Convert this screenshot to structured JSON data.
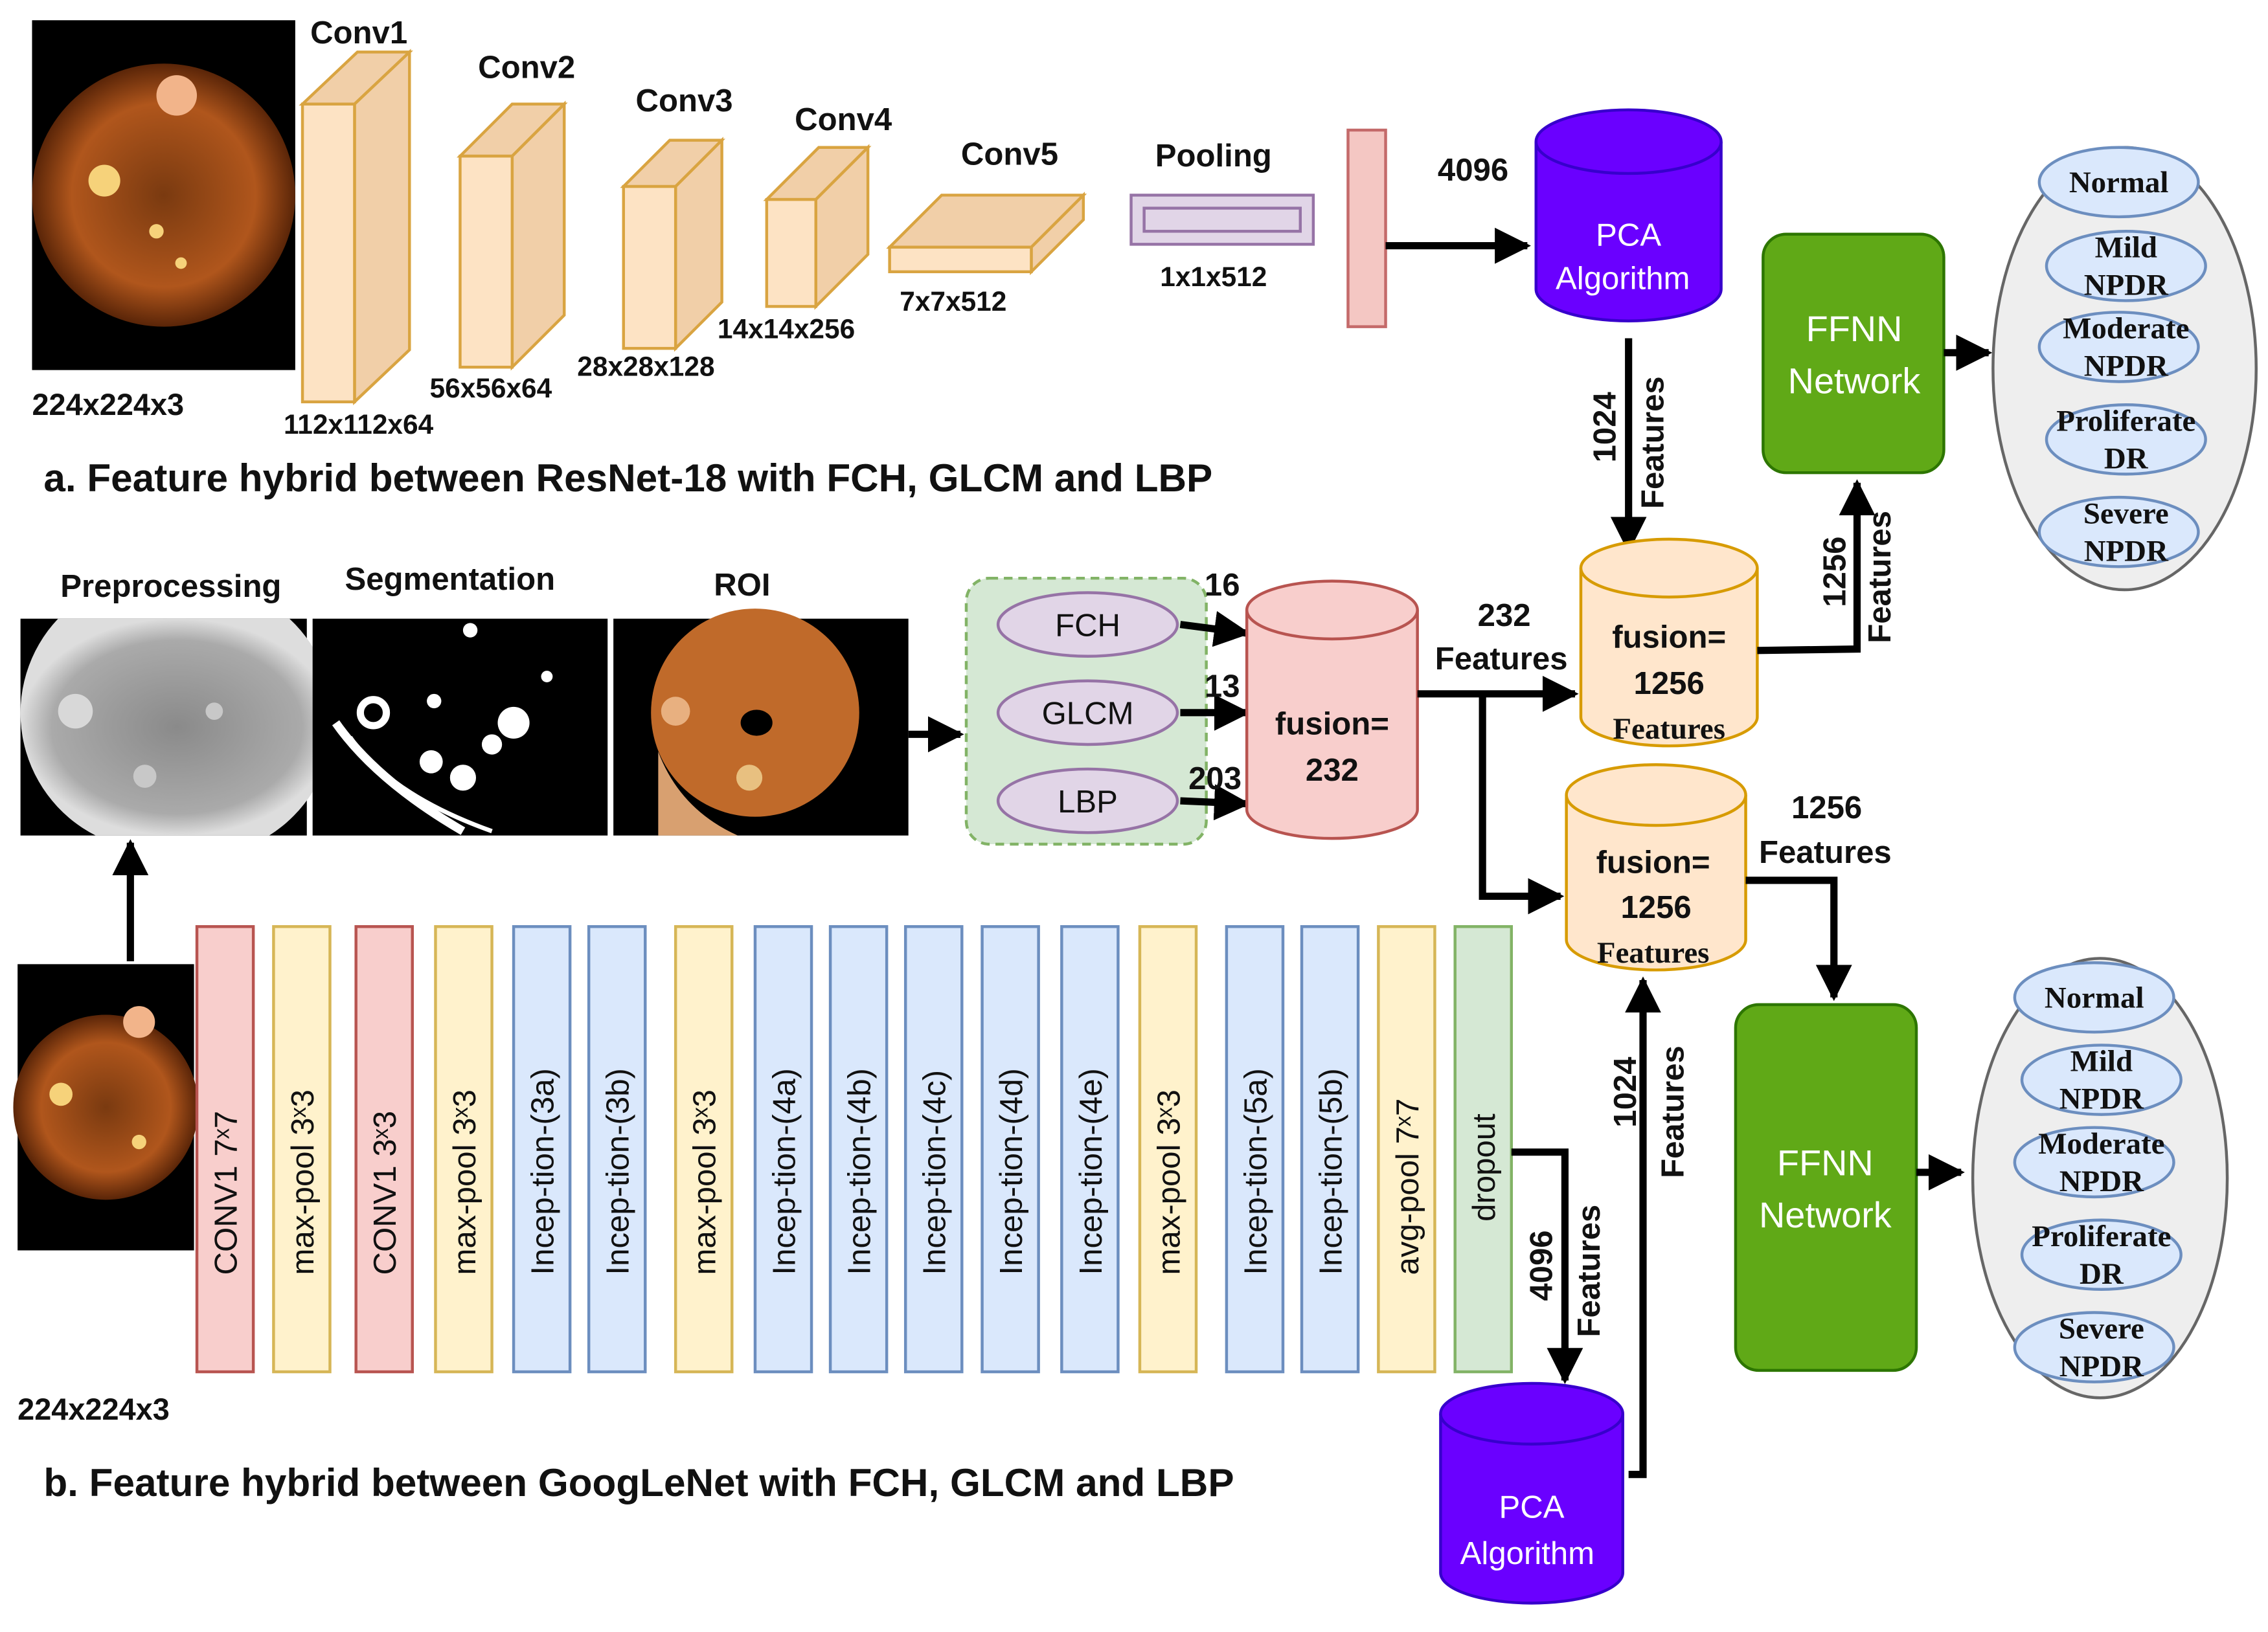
{
  "top": {
    "input_size": "224x224x3",
    "convs": [
      {
        "name": "Conv1",
        "size": "112x112x64"
      },
      {
        "name": "Conv2",
        "size": "56x56x64"
      },
      {
        "name": "Conv3",
        "size": "28x28x128"
      },
      {
        "name": "Conv4",
        "size": "14x14x256"
      },
      {
        "name": "Conv5",
        "size": "7x7x512"
      }
    ],
    "pooling": {
      "name": "Pooling",
      "size": "1x1x512"
    },
    "vector_count": "4096",
    "pca": [
      "PCA",
      "Algorithm"
    ],
    "reduced_count": "1024",
    "reduced_word": "Features",
    "fusion": [
      "fusion=",
      "1256",
      "Features"
    ],
    "ffnn_count": "1256",
    "ffnn_word": "Features",
    "ffnn": [
      "FFNN",
      "Network"
    ],
    "classes": [
      [
        "Normal"
      ],
      [
        "Mild",
        "NPDR"
      ],
      [
        "Moderate",
        "NPDR"
      ],
      [
        "Proliferate",
        "DR"
      ],
      [
        "Severe",
        "NPDR"
      ]
    ],
    "caption": "a. Feature hybrid between ResNet-18 with FCH, GLCM and LBP"
  },
  "middle": {
    "stages": [
      "Preprocessing",
      "Segmentation",
      "ROI"
    ],
    "descriptors": [
      {
        "name": "FCH",
        "count": "16"
      },
      {
        "name": "GLCM",
        "count": "13"
      },
      {
        "name": "LBP",
        "count": "203"
      }
    ],
    "fusion": [
      "fusion=",
      "232"
    ],
    "out_count": "232",
    "out_word": "Features"
  },
  "bottom": {
    "input_size": "224x224x3",
    "layers": [
      {
        "label": "CONV1 7ˣ7",
        "type": "conv"
      },
      {
        "label": "max-pool 3ˣ3",
        "type": "pool"
      },
      {
        "label": "CONV1 3ˣ3",
        "type": "conv"
      },
      {
        "label": "max-pool 3ˣ3",
        "type": "pool"
      },
      {
        "label": "Incep-tion-(3a)",
        "type": "incep"
      },
      {
        "label": "Incep-tion-(3b)",
        "type": "incep"
      },
      {
        "label": "max-pool 3ˣ3",
        "type": "pool"
      },
      {
        "label": "Incep-tion-(4a)",
        "type": "incep"
      },
      {
        "label": "Incep-tion-(4b)",
        "type": "incep"
      },
      {
        "label": "Incep-tion-(4c)",
        "type": "incep"
      },
      {
        "label": "Incep-tion-(4d)",
        "type": "incep"
      },
      {
        "label": "Incep-tion-(4e)",
        "type": "incep"
      },
      {
        "label": "max-pool 3ˣ3",
        "type": "pool"
      },
      {
        "label": "Incep-tion-(5a)",
        "type": "incep"
      },
      {
        "label": "Incep-tion-(5b)",
        "type": "incep"
      },
      {
        "label": "avg-pool 7ˣ7",
        "type": "pool"
      },
      {
        "label": "dropout",
        "type": "drop"
      }
    ],
    "dropout_count": "4096",
    "dropout_word": "Features",
    "pca": [
      "PCA",
      "Algorithm"
    ],
    "reduced_count": "1024",
    "reduced_word": "Features",
    "fusion": [
      "fusion=",
      "1256",
      "Features"
    ],
    "ffnn_count": "1256",
    "ffnn_word": "Features",
    "ffnn": [
      "FFNN",
      "Network"
    ],
    "classes": [
      [
        "Normal"
      ],
      [
        "Mild",
        "NPDR"
      ],
      [
        "Moderate",
        "NPDR"
      ],
      [
        "Proliferate",
        "DR"
      ],
      [
        "Severe",
        "NPDR"
      ]
    ],
    "caption": "b. Feature hybrid between GoogLeNet with FCH, GLCM and LBP"
  },
  "colors": {
    "conv_face": "#fde3c4",
    "conv_side": "#f1cfa8",
    "conv_stroke": "#d9a441",
    "red_block": "#f4c7c3",
    "red_stroke": "#c46a6a",
    "pool_fill": "#e1d5e7",
    "pool_stroke": "#9673a6",
    "pca": "#6a00ff",
    "ffnn": "#60a917",
    "ffnn_stroke": "#2d7600",
    "fusion_orange": "#ffe6cc",
    "fusion_orange_stroke": "#d79b00",
    "fusion_red": "#f8cecc",
    "fusion_red_stroke": "#b85450",
    "desc_fill": "#e1d5e7",
    "desc_group": "#d5e8d4",
    "desc_group_stroke": "#82b366",
    "class_fill": "#dae8fc",
    "class_stroke": "#6c8ebf",
    "class_container": "#eeeeee",
    "conv_layer": "#f8cecc",
    "pool_layer": "#fff2cc",
    "incep_layer": "#dae8fc",
    "drop_layer": "#d5e8d4"
  }
}
